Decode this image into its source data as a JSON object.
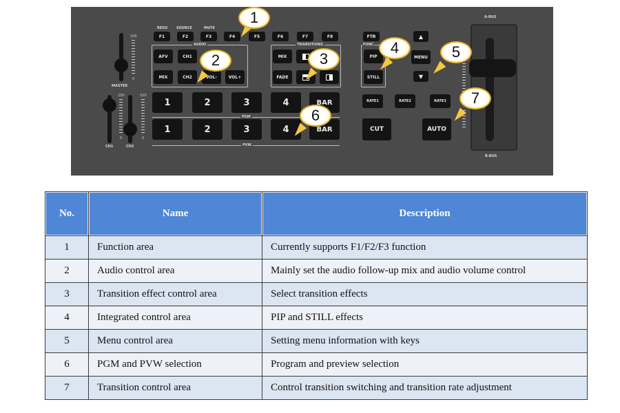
{
  "panel": {
    "f_top_labels": [
      "RESO",
      "SOURCE",
      "MUTE"
    ],
    "f_keys": [
      "F1",
      "F2",
      "F3",
      "F4",
      "F5",
      "F6",
      "F7",
      "F8"
    ],
    "ftb_key": "FTB",
    "audio_label": "AUDIO",
    "audio_keys": [
      "AFV",
      "CH1",
      "MIX",
      "CH2",
      "VOL-",
      "VOL+"
    ],
    "transitions_label": "TRANSITIONS",
    "transition_keys": [
      "MIX",
      "FADE"
    ],
    "func_label": "FUNC",
    "func_keys": [
      "PIP",
      "STILL"
    ],
    "menu_key": "MENU",
    "up_icon": "▲",
    "down_icon": "▼",
    "pgm_label": "PGM",
    "pvw_label": "PVW",
    "number_keys": [
      "1",
      "2",
      "3",
      "4"
    ],
    "bar_key": "BAR",
    "rate_keys": [
      "RATE1",
      "RATE2",
      "RATE3"
    ],
    "cut_key": "CUT",
    "auto_key": "AUTO",
    "master_label": "MASTER",
    "ch1_label": "CH1",
    "ch2_label": "CH2",
    "a_bus_label": "A-BUS",
    "b_bus_label": "B-BUS",
    "scale_top": "100",
    "scale_bottom": "0",
    "callouts": [
      "1",
      "2",
      "3",
      "4",
      "5",
      "6",
      "7"
    ]
  },
  "table": {
    "headers": {
      "no": "No.",
      "name": "Name",
      "description": "Description"
    },
    "rows": [
      {
        "no": "1",
        "name": "Function area",
        "description": "Currently supports F1/F2/F3 function"
      },
      {
        "no": "2",
        "name": "Audio control area",
        "description": "Mainly set the audio follow-up mix and audio volume control"
      },
      {
        "no": "3",
        "name": "Transition effect control area",
        "description": "Select transition effects"
      },
      {
        "no": "4",
        "name": "Integrated control area",
        "description": "PIP and STILL effects"
      },
      {
        "no": "5",
        "name": "Menu control area",
        "description": "Setting menu information with keys"
      },
      {
        "no": "6",
        "name": "PGM and PVW selection",
        "description": "Program and preview selection"
      },
      {
        "no": "7",
        "name": "Transition control area",
        "description": "Control transition switching and transition rate adjustment"
      }
    ]
  }
}
